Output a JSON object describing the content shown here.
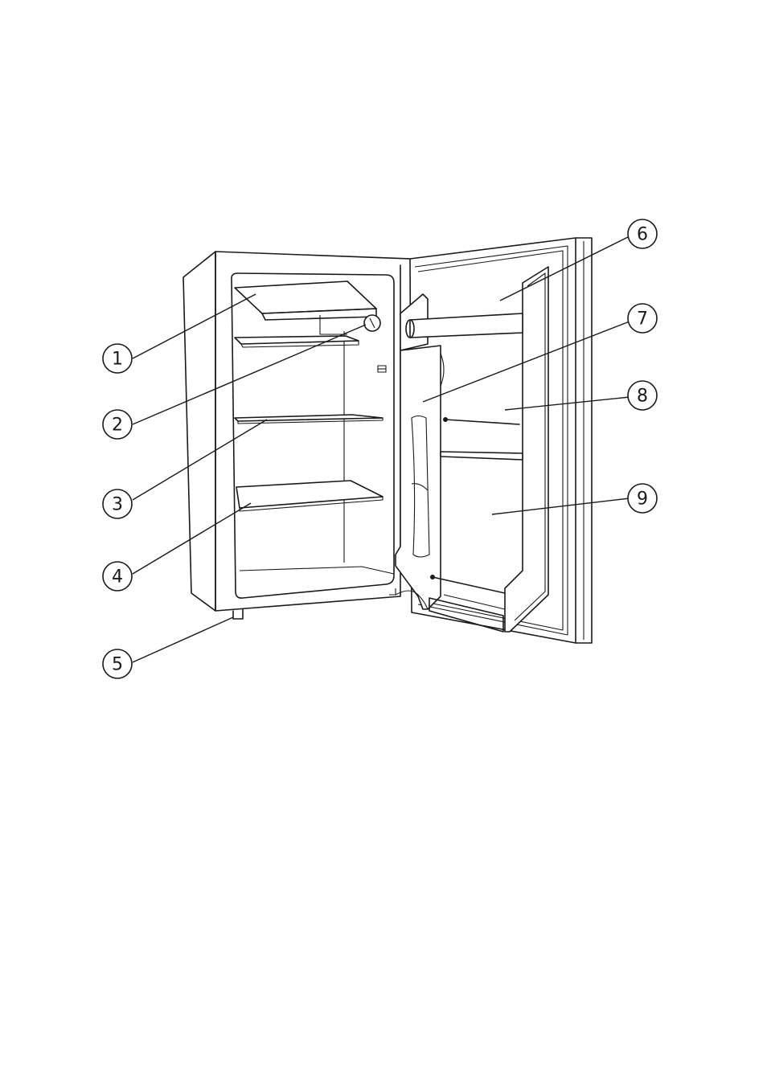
{
  "diagram": {
    "type": "parts-diagram",
    "callouts": [
      {
        "id": "1",
        "label": "1"
      },
      {
        "id": "2",
        "label": "2"
      },
      {
        "id": "3",
        "label": "3"
      },
      {
        "id": "4",
        "label": "4"
      },
      {
        "id": "5",
        "label": "5"
      },
      {
        "id": "6",
        "label": "6"
      },
      {
        "id": "7",
        "label": "7"
      },
      {
        "id": "8",
        "label": "8"
      },
      {
        "id": "9",
        "label": "9"
      }
    ],
    "colors": {
      "ink": "#1a1a1a",
      "paper": "#ffffff"
    }
  }
}
